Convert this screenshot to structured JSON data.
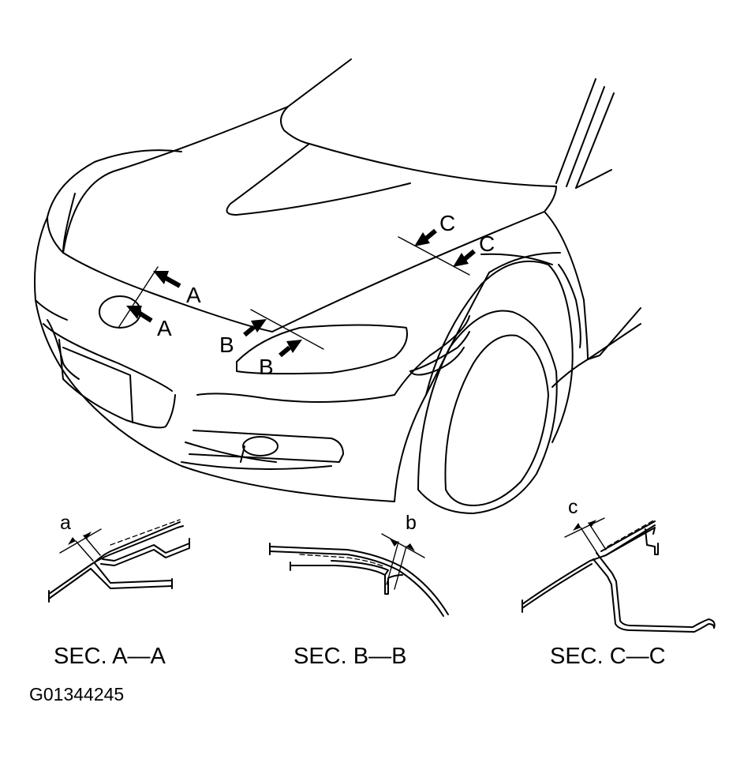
{
  "figure_id": "G01344245",
  "section_labels": {
    "a": "A",
    "b": "B",
    "c": "C"
  },
  "dimension_labels": {
    "a": "a",
    "b": "b",
    "c": "c"
  },
  "captions": {
    "aa": "SEC. A—A",
    "bb": "SEC. B—B",
    "cc": "SEC. C—C"
  }
}
